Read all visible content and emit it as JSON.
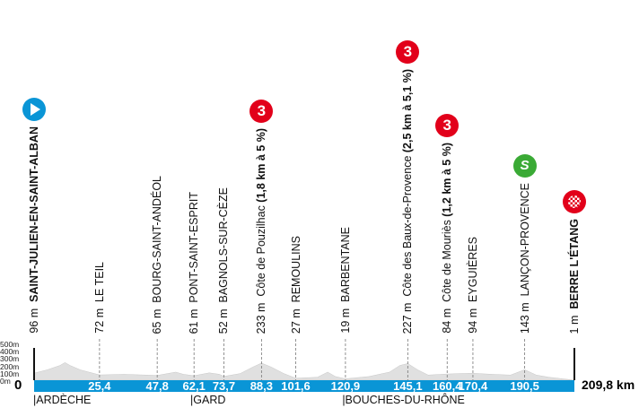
{
  "colors": {
    "bar": "#0a95d6",
    "climb": "#e2001a",
    "sprint": "#3aaa35",
    "start": "#0a95d6",
    "finish": "#e2001a",
    "profile": "#e0e0e0"
  },
  "elevation_axis": [
    "500m",
    "400m",
    "300m",
    "200m",
    "100m",
    "0m"
  ],
  "start_km": "0",
  "total_distance": "209,8 km",
  "markers": [
    {
      "km": 0,
      "km_label": "",
      "alt": "96 m",
      "name": "SAINT-JULIEN-EN-SAINT-ALBAN",
      "bold": true,
      "icon": "start-icon"
    },
    {
      "km": 25.4,
      "km_label": "25,4",
      "alt": "72 m",
      "name": "LE TEIL",
      "bold": false,
      "icon": ""
    },
    {
      "km": 47.8,
      "km_label": "47,8",
      "alt": "65 m",
      "name": "BOURG-SAINT-ANDÉOL",
      "bold": false,
      "icon": ""
    },
    {
      "km": 62.1,
      "km_label": "62,1",
      "alt": "61 m",
      "name": "PONT-SAINT-ESPRIT",
      "bold": false,
      "icon": ""
    },
    {
      "km": 73.7,
      "km_label": "73,7",
      "alt": "52 m",
      "name": "BAGNOLS-SUR-CÈZE",
      "bold": false,
      "icon": ""
    },
    {
      "km": 88.3,
      "km_label": "88,3",
      "alt": "233 m",
      "name": "Côte de Pouzilhac",
      "detail": "(1,8 km à 5 %)",
      "bold": false,
      "icon": "climb-cat3-icon",
      "cat": "3"
    },
    {
      "km": 101.6,
      "km_label": "101,6",
      "alt": "27 m",
      "name": "REMOULINS",
      "bold": false,
      "icon": ""
    },
    {
      "km": 120.9,
      "km_label": "120,9",
      "alt": "19 m",
      "name": "BARBENTANE",
      "bold": false,
      "icon": ""
    },
    {
      "km": 145.1,
      "km_label": "145,1",
      "alt": "227 m",
      "name": "Côte des Baux-de-Provence",
      "detail": "(2,5 km à 5,1 %)",
      "bold": false,
      "icon": "climb-cat3-icon",
      "cat": "3"
    },
    {
      "km": 160.4,
      "km_label": "160,4",
      "alt": "84 m",
      "name": "Côte de Mouriès",
      "detail": "(1,2 km à 5 %)",
      "bold": false,
      "icon": "climb-cat3-icon",
      "cat": "3"
    },
    {
      "km": 170.4,
      "km_label": "170,4",
      "alt": "94 m",
      "name": "EYGUIÈRES",
      "bold": false,
      "icon": ""
    },
    {
      "km": 190.5,
      "km_label": "190,5",
      "alt": "143 m",
      "name": "LANÇON-PROVENCE",
      "bold": false,
      "icon": "sprint-icon"
    },
    {
      "km": 209.8,
      "km_label": "",
      "alt": "1 m",
      "name": "BERRE L'ÉTANG",
      "bold": true,
      "icon": "finish-icon"
    }
  ],
  "regions": [
    {
      "km": 0,
      "name": "|ARDÈCHE"
    },
    {
      "km": 61,
      "name": "|GARD"
    },
    {
      "km": 120,
      "name": "|BOUCHES-DU-RHÔNE"
    }
  ],
  "profile": [
    [
      0,
      96
    ],
    [
      5,
      140
    ],
    [
      10,
      200
    ],
    [
      12,
      240
    ],
    [
      14,
      200
    ],
    [
      18,
      140
    ],
    [
      25.4,
      72
    ],
    [
      35,
      80
    ],
    [
      47.8,
      65
    ],
    [
      55,
      110
    ],
    [
      58,
      80
    ],
    [
      62.1,
      61
    ],
    [
      68,
      100
    ],
    [
      72,
      80
    ],
    [
      73.7,
      52
    ],
    [
      80,
      90
    ],
    [
      85,
      180
    ],
    [
      88.3,
      233
    ],
    [
      92,
      180
    ],
    [
      97,
      90
    ],
    [
      101.6,
      27
    ],
    [
      110,
      40
    ],
    [
      114,
      110
    ],
    [
      117,
      50
    ],
    [
      120.9,
      19
    ],
    [
      130,
      50
    ],
    [
      138,
      110
    ],
    [
      142,
      200
    ],
    [
      145.1,
      227
    ],
    [
      149,
      140
    ],
    [
      153,
      70
    ],
    [
      160.4,
      84
    ],
    [
      165,
      90
    ],
    [
      170.4,
      94
    ],
    [
      178,
      80
    ],
    [
      185,
      70
    ],
    [
      190.5,
      143
    ],
    [
      195,
      70
    ],
    [
      200,
      40
    ],
    [
      209.8,
      1
    ]
  ]
}
